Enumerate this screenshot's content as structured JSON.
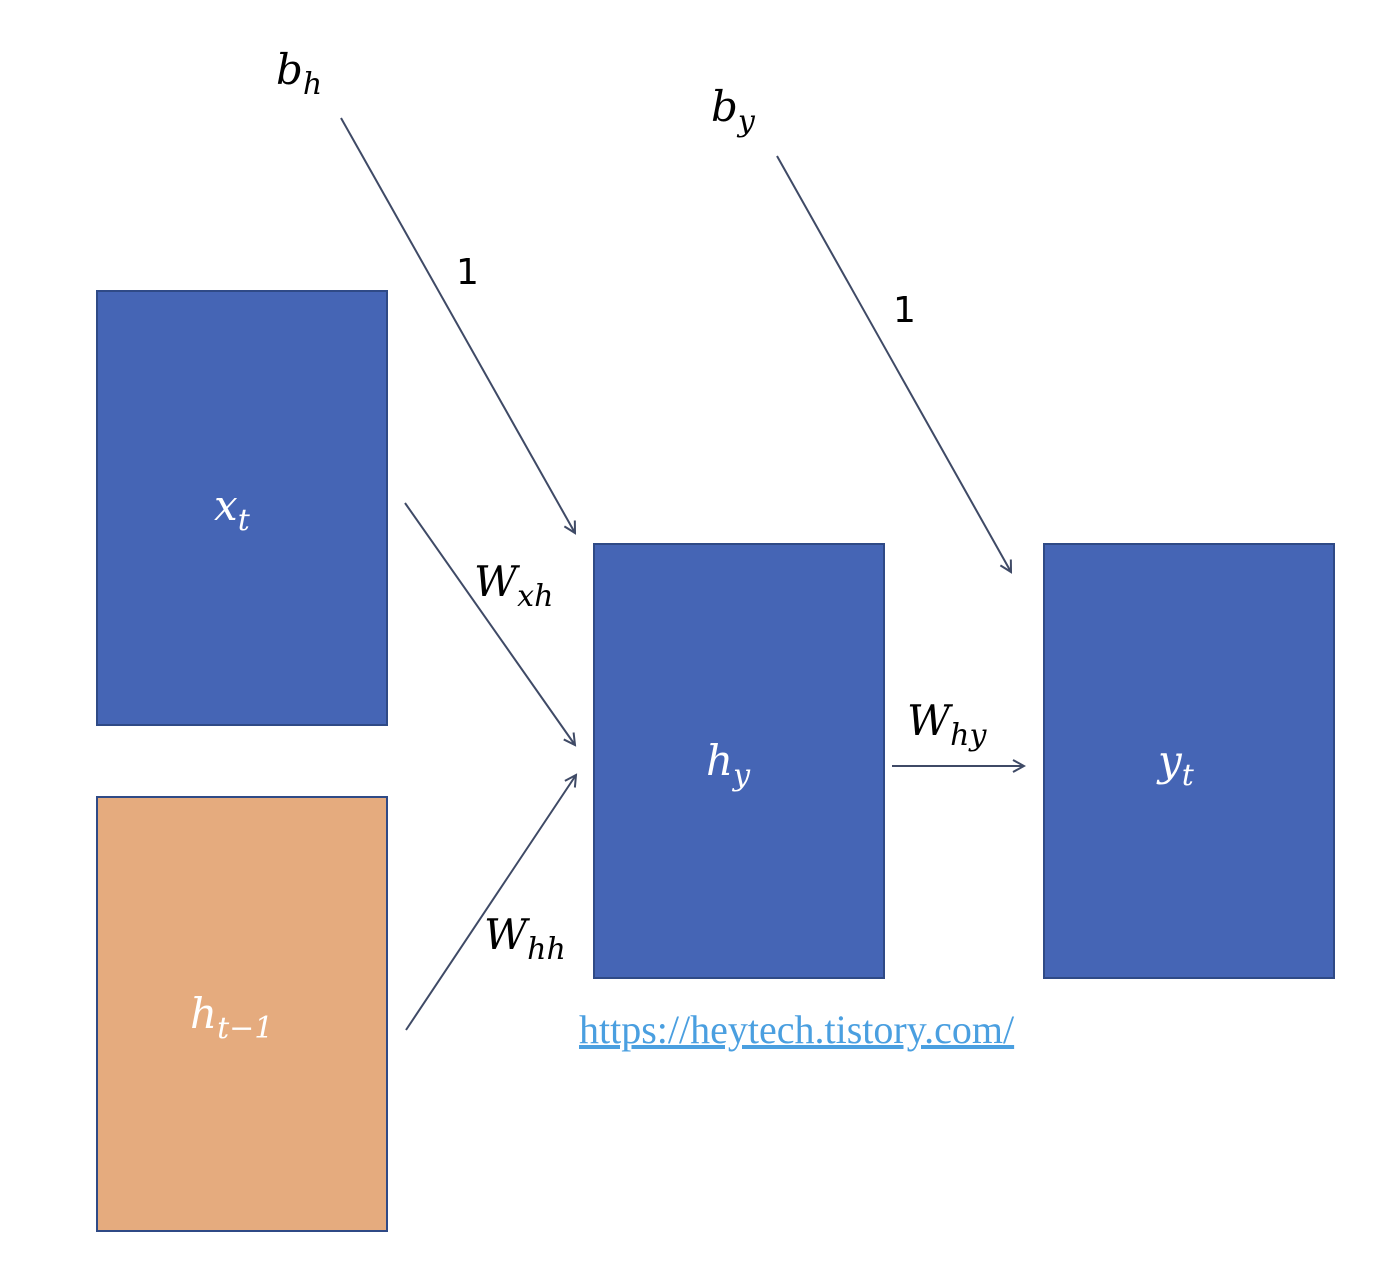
{
  "colors": {
    "blue_box": "#4565b5",
    "orange_box": "#e5ab7e",
    "box_border": "#2f4a86",
    "arrow": "#3f4a66",
    "link": "#4a9fe0"
  },
  "nodes": {
    "x_t": {
      "base": "x",
      "sub": "t"
    },
    "h_prev": {
      "base": "h",
      "sub": "t−1"
    },
    "h_y": {
      "base": "h",
      "sub": "y"
    },
    "y_t": {
      "base": "y",
      "sub": "t"
    }
  },
  "biases": {
    "b_h": {
      "base": "b",
      "sub": "h"
    },
    "b_y": {
      "base": "b",
      "sub": "y"
    }
  },
  "edge_labels": {
    "bias_h_weight": "1",
    "bias_y_weight": "1",
    "w_xh": {
      "base": "W",
      "sub": "xh"
    },
    "w_hh": {
      "base": "W",
      "sub": "hh"
    },
    "w_hy": {
      "base": "W",
      "sub": "hy"
    }
  },
  "link_text": "https://heytech.tistory.com/"
}
